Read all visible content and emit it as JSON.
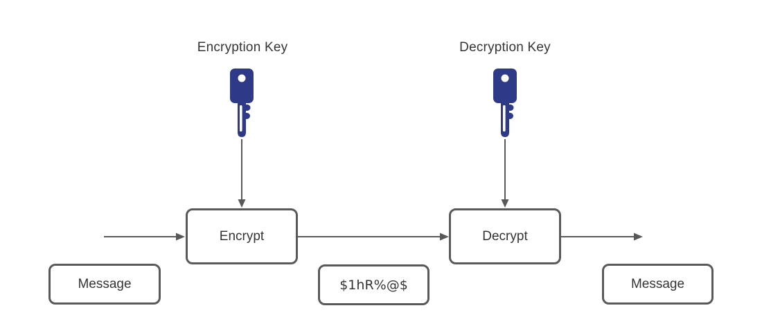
{
  "diagram": {
    "key_labels": {
      "encryption": "Encryption Key",
      "decryption": "Decryption Key"
    },
    "boxes": {
      "encrypt": "Encrypt",
      "decrypt": "Decrypt",
      "message_in": "Message",
      "ciphertext": "$1hR%@$",
      "message_out": "Message"
    },
    "icons": {
      "encryption_key": "key-icon",
      "decryption_key": "key-icon"
    },
    "colors": {
      "key_fill": "#2e3a87",
      "line": "#595959",
      "box_border": "#595959",
      "text": "#343434",
      "background": "#ffffff"
    }
  }
}
